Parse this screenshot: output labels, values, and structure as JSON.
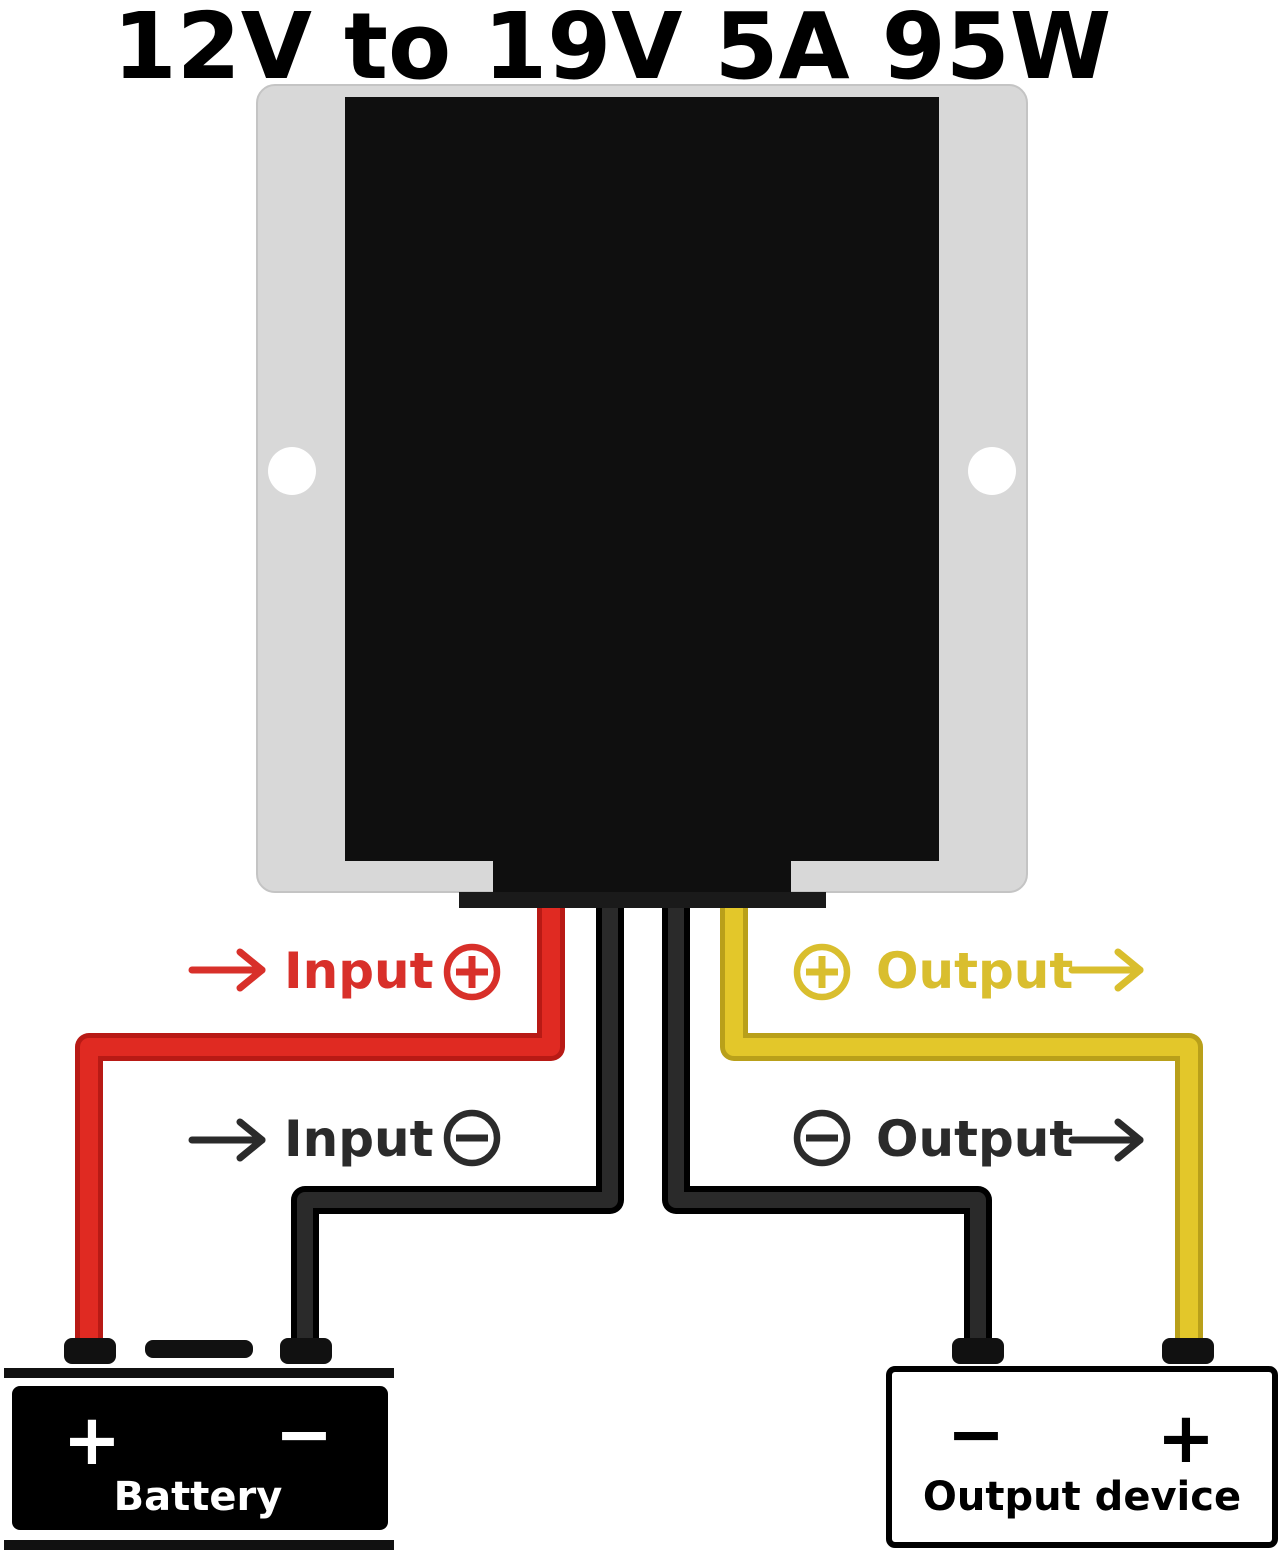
{
  "title": "12V to 19V 5A 95W",
  "labels": {
    "input_pos": "Input",
    "input_neg": "Input",
    "output_pos": "Output",
    "output_neg": "Output"
  },
  "battery": {
    "label": "Battery",
    "plus": "+",
    "minus": "−"
  },
  "output_device": {
    "label": "Output device",
    "plus": "+",
    "minus": "−"
  },
  "icons": {
    "arrow": "arrow-right-icon",
    "plus": "plus-circle-icon",
    "minus": "minus-circle-icon"
  },
  "colors": {
    "red_wire": "#e02a22",
    "yellow_wire": "#e3c72a",
    "black_wire": "#1a1a1a",
    "housing": "#d8d8d8",
    "input_text": "#d8302a",
    "output_text": "#d9be2e",
    "neg_text": "#2b2b2b"
  }
}
